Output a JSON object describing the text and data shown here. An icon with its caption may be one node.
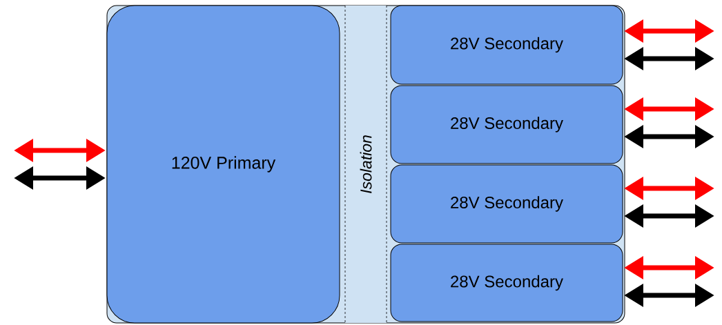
{
  "diagram": {
    "nodes": [
      {
        "text": [],
        "shape": "box"
      },
      {
        "text": [
          "120V Primary"
        ],
        "in": 0
      },
      {
        "text": [
          "Isolation"
        ],
        "in": 0
      },
      {
        "text": [
          "28V Secondary"
        ],
        "in": 0
      },
      {
        "text": [
          "28V Secondary"
        ],
        "in": 0
      },
      {
        "text": [
          "28V Secondary"
        ],
        "in": 0
      },
      {
        "text": [
          "28V Secondary"
        ],
        "in": 0
      }
    ],
    "edges": [
      {
        "from": null,
        "to": 1,
        "arrow": "both",
        "color": "#ff0000"
      },
      {
        "from": null,
        "to": 1,
        "arrow": "both",
        "color": "#000000"
      },
      {
        "from": 3,
        "to": null,
        "arrow": "both",
        "color": "#ff0000"
      },
      {
        "from": 3,
        "to": null,
        "arrow": "both",
        "color": "#000000"
      },
      {
        "from": 4,
        "to": null,
        "arrow": "both",
        "color": "#ff0000"
      },
      {
        "from": 4,
        "to": null,
        "arrow": "both",
        "color": "#000000"
      },
      {
        "from": 5,
        "to": null,
        "arrow": "both",
        "color": "#ff0000"
      },
      {
        "from": 5,
        "to": null,
        "arrow": "both",
        "color": "#000000"
      },
      {
        "from": 6,
        "to": null,
        "arrow": "both",
        "color": "#ff0000"
      },
      {
        "from": 6,
        "to": null,
        "arrow": "both",
        "color": "#000000"
      }
    ]
  }
}
